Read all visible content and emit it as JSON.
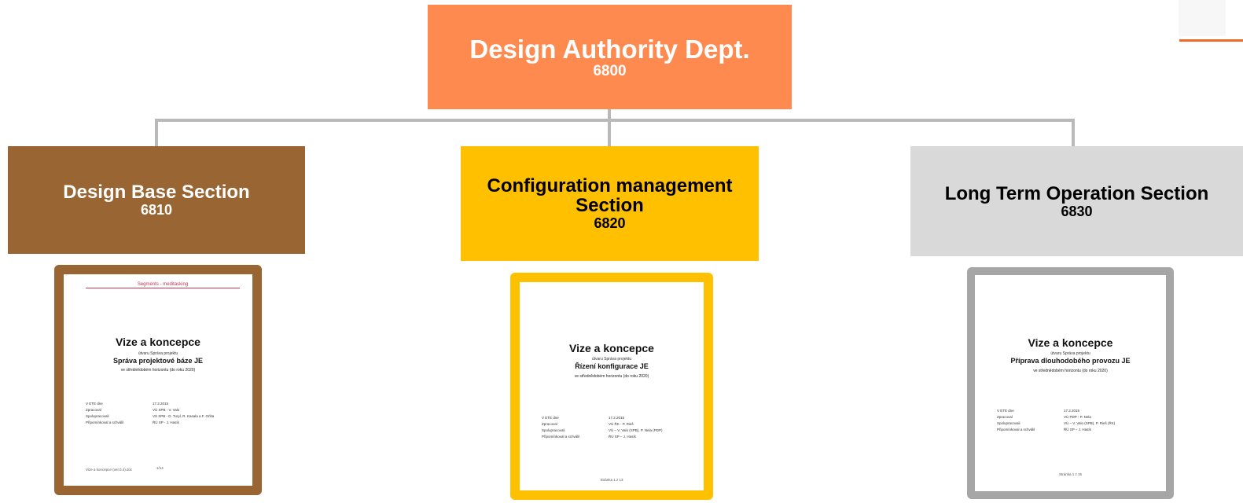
{
  "top": {
    "title": "Design Authority Dept.",
    "number": "6800"
  },
  "sections": [
    {
      "title": "Design Base Section",
      "number": "6810"
    },
    {
      "title": "Configuration management Section",
      "number": "6820"
    },
    {
      "title": "Long Term Operation Section",
      "number": "6830"
    }
  ],
  "documents": [
    {
      "header": "Segments - meditasking",
      "title": "Vize a koncepce",
      "small": "útvaru Správa projektu",
      "subtitle": "Správa projektové báze JE",
      "note": "ve střednědobém horizontu (do roku 2020)",
      "rows": [
        {
          "k": "V ETE dne",
          "v": "17.2.2015"
        },
        {
          "k": "Zpracoval",
          "v": "VÚ SPB - V. Valo"
        },
        {
          "k": "Spolupracovali",
          "v": "VS SPB - D. Turyl, R. Kasala a F. Orlita"
        },
        {
          "k": "Připomínkoval a schválil",
          "v": "ŘÚ SP - J. Hasík"
        }
      ],
      "foot_left": "Vize a koncepce (ver.0.4).doc",
      "foot_page": "1/14"
    },
    {
      "header": "",
      "title": "Vize a koncepce",
      "small": "útvaru Správa projektu",
      "subtitle": "Řízení konfigurace JE",
      "note": "ve střednědobém horizontu (do roku 2020)",
      "rows": [
        {
          "k": "V ETE dne",
          "v": "17.2.2015"
        },
        {
          "k": "Zpracoval",
          "v": "VÚ ŘK - P. Rieš"
        },
        {
          "k": "Spolupracovali",
          "v": "VÚ – V. Valo (SPB), P. Nela (PDP)"
        },
        {
          "k": "Připomínkoval a schválil",
          "v": "ŘÚ SP – J. Hasík"
        }
      ],
      "foot_left": "",
      "foot_page": "Stránka 1 z 13"
    },
    {
      "header": "",
      "title": "Vize a koncepce",
      "small": "útvaru Správa projektu",
      "subtitle": "Příprava dlouhodobého provozu JE",
      "note": "ve střednědobém horizontu (do roku 2020)",
      "rows": [
        {
          "k": "V ETE dne",
          "v": "17.2.2015"
        },
        {
          "k": "Zpracoval",
          "v": "VÚ PDP - P. Nela"
        },
        {
          "k": "Spolupracovali",
          "v": "VÚ – V. Valo (SPB), P. Rieš (ŘK)"
        },
        {
          "k": "Připomínkoval a schválil",
          "v": "ŘÚ SP – J. Hasík"
        }
      ],
      "foot_left": "",
      "foot_page": "Stránka 1 z 15"
    }
  ],
  "colors": {
    "top": "#ff8a50",
    "section_1": "#996633",
    "section_2": "#ffc000",
    "section_3": "#d9d9d9",
    "connector": "#b9b9b9",
    "accent": "#ee6a2a"
  }
}
